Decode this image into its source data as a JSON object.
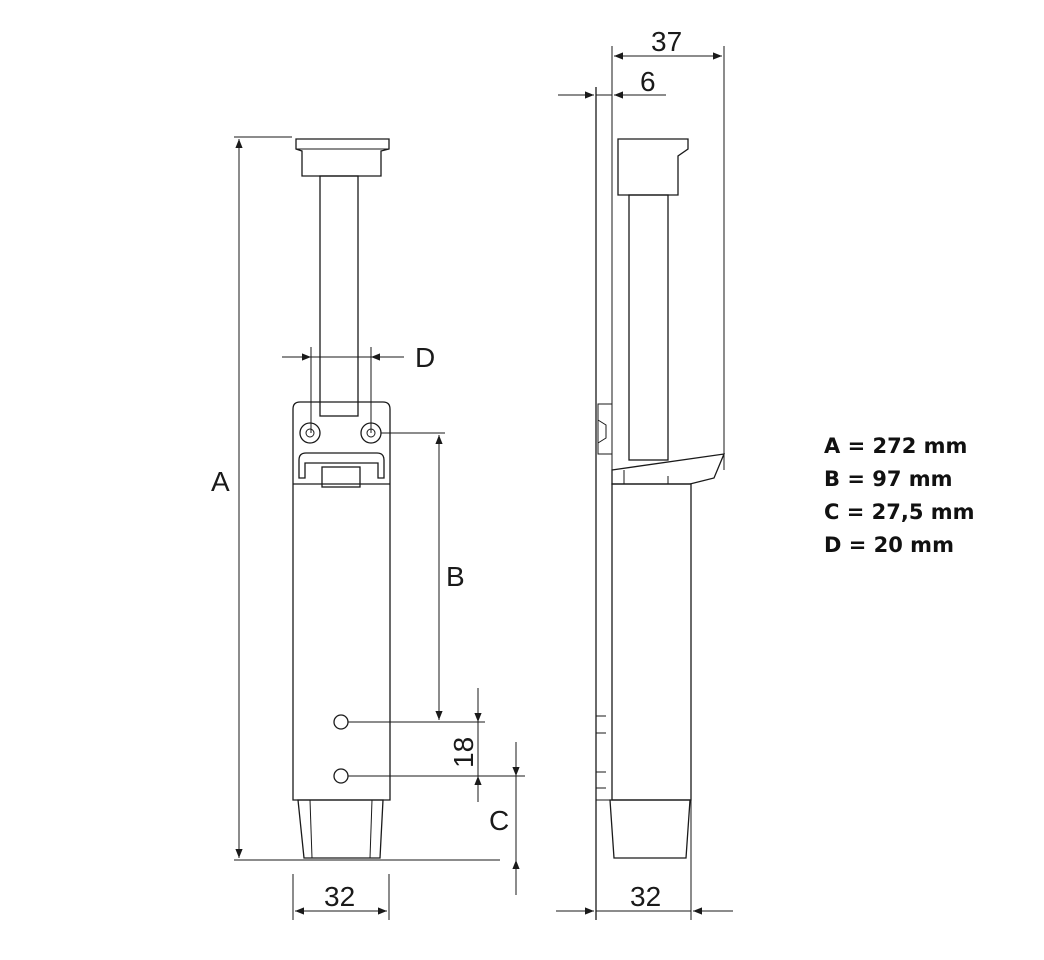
{
  "labels": {
    "A": "A",
    "B": "B",
    "C": "C",
    "D": "D",
    "dim_18": "18",
    "dim_32_front": "32",
    "dim_32_side": "32",
    "dim_37": "37",
    "dim_6": "6"
  },
  "legend": [
    "A = 272 mm",
    "B = 97 mm",
    "C = 27,5 mm",
    "D = 20 mm"
  ]
}
